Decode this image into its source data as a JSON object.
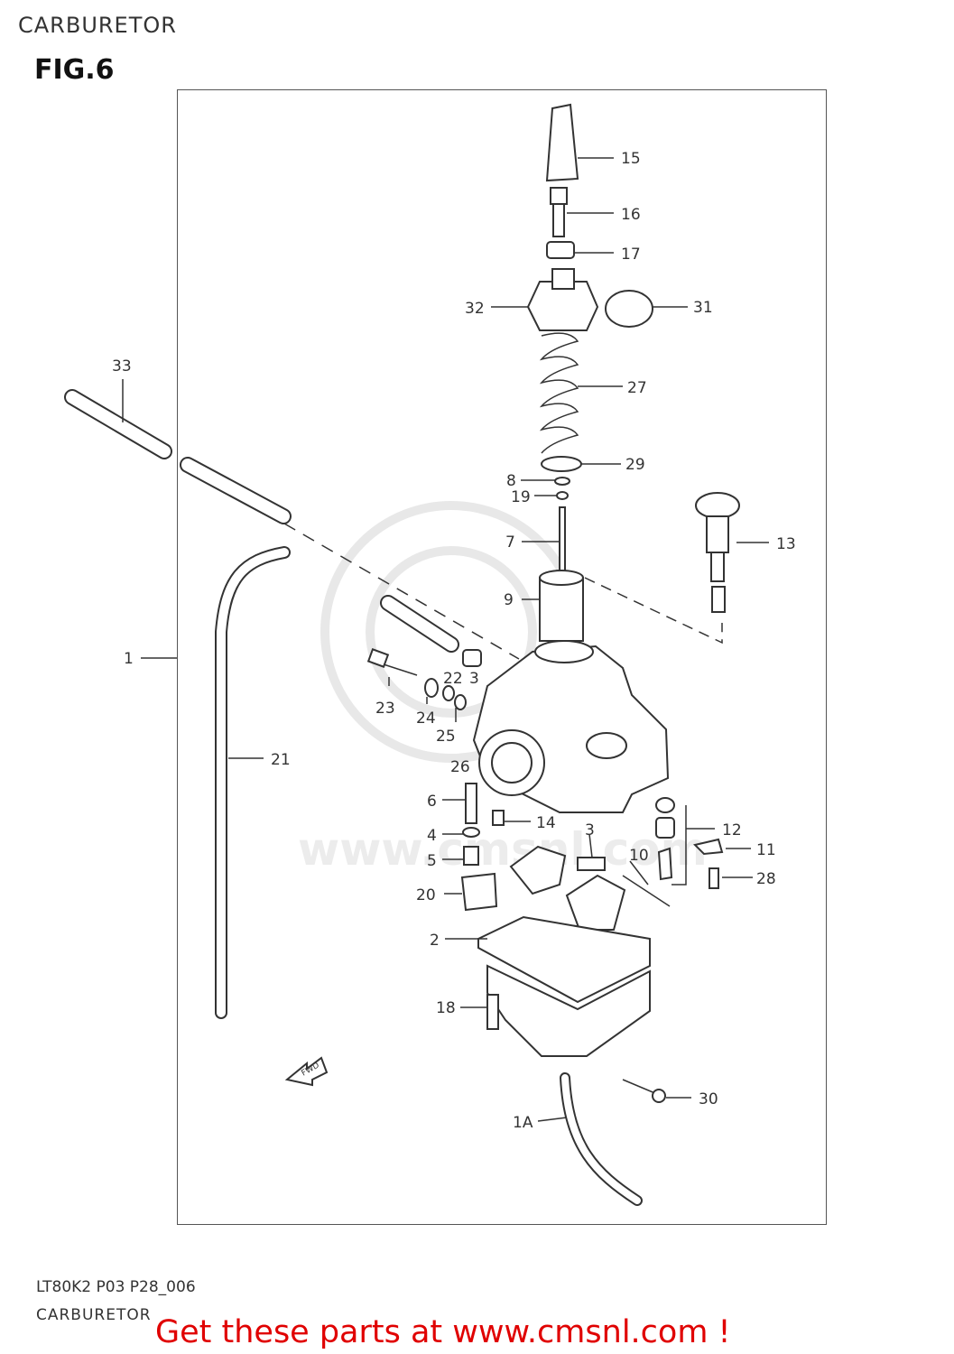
{
  "header": {
    "heading": "CARBURETOR",
    "figure": "FIG.6"
  },
  "callouts": [
    {
      "id": "1",
      "label": "1"
    },
    {
      "id": "1a",
      "label": "1A"
    },
    {
      "id": "2",
      "label": "2"
    },
    {
      "id": "3a",
      "label": "3"
    },
    {
      "id": "3b",
      "label": "3"
    },
    {
      "id": "4",
      "label": "4"
    },
    {
      "id": "5",
      "label": "5"
    },
    {
      "id": "6",
      "label": "6"
    },
    {
      "id": "7",
      "label": "7"
    },
    {
      "id": "8",
      "label": "8"
    },
    {
      "id": "9",
      "label": "9"
    },
    {
      "id": "10",
      "label": "10"
    },
    {
      "id": "11",
      "label": "11"
    },
    {
      "id": "12",
      "label": "12"
    },
    {
      "id": "13",
      "label": "13"
    },
    {
      "id": "14",
      "label": "14"
    },
    {
      "id": "15",
      "label": "15"
    },
    {
      "id": "16",
      "label": "16"
    },
    {
      "id": "17",
      "label": "17"
    },
    {
      "id": "18",
      "label": "18"
    },
    {
      "id": "19",
      "label": "19"
    },
    {
      "id": "20",
      "label": "20"
    },
    {
      "id": "21",
      "label": "21"
    },
    {
      "id": "22",
      "label": "22"
    },
    {
      "id": "23",
      "label": "23"
    },
    {
      "id": "24",
      "label": "24"
    },
    {
      "id": "25",
      "label": "25"
    },
    {
      "id": "26",
      "label": "26"
    },
    {
      "id": "27",
      "label": "27"
    },
    {
      "id": "28",
      "label": "28"
    },
    {
      "id": "29",
      "label": "29"
    },
    {
      "id": "30",
      "label": "30"
    },
    {
      "id": "31",
      "label": "31"
    },
    {
      "id": "32",
      "label": "32"
    },
    {
      "id": "33",
      "label": "33"
    }
  ],
  "fwd_arrow": "FWD",
  "watermark": "www.cmsnl.com",
  "footer": {
    "code": "LT80K2 P03 P28_006",
    "caption": "CARBURETOR",
    "cta": "Get these parts at www.cmsnl.com !",
    "cta_color": "#e00000"
  }
}
